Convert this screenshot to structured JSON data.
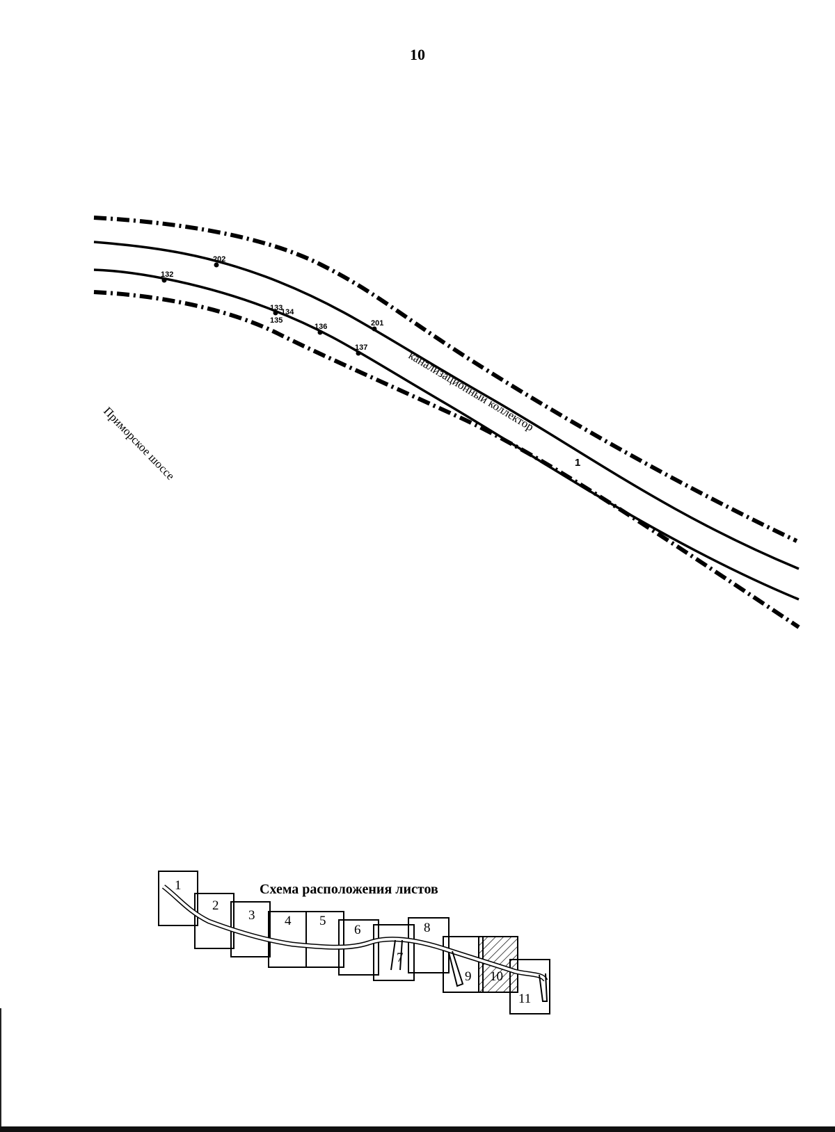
{
  "page_number": "10",
  "map": {
    "collector_label": "канализационный коллектор",
    "collector_number": "1",
    "road_label": "Приморское шоссе",
    "points": [
      {
        "id": "p132",
        "label": "132"
      },
      {
        "id": "p202",
        "label": "202"
      },
      {
        "id": "p133",
        "label": "133"
      },
      {
        "id": "p134",
        "label": "134"
      },
      {
        "id": "p135",
        "label": "135"
      },
      {
        "id": "p136",
        "label": "136"
      },
      {
        "id": "p137",
        "label": "137"
      },
      {
        "id": "p201",
        "label": "201"
      }
    ]
  },
  "scheme": {
    "title": "Схема расположения листов",
    "sheets": [
      "1",
      "2",
      "3",
      "4",
      "5",
      "6",
      "7",
      "8",
      "9",
      "10",
      "11"
    ],
    "current_sheet": "10"
  }
}
